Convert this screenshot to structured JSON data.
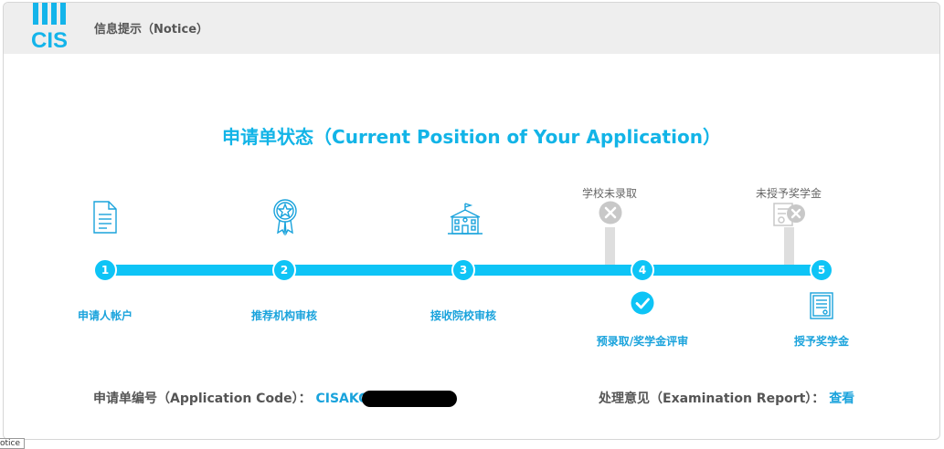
{
  "header": {
    "logo_text": "CIS",
    "title": "信息提示（Notice）"
  },
  "main": {
    "title": "申请单状态（Current Position of Your Application）"
  },
  "steps": [
    {
      "number": "1",
      "label": "申请人帐户",
      "icon": "document-icon"
    },
    {
      "number": "2",
      "label": "推荐机构审核",
      "icon": "award-badge-icon"
    },
    {
      "number": "3",
      "label": "接收院校审核",
      "icon": "school-building-icon"
    },
    {
      "number": "4",
      "label": "预录取/奖学金评审",
      "icon": "check-circle-icon",
      "flag_label": "学校未录取",
      "flag_icon": "x-circle-icon"
    },
    {
      "number": "5",
      "label": "授予奖学金",
      "icon": "certificate-icon",
      "flag_label": "未授予奖学金",
      "flag_icon": "certificate-x-icon"
    }
  ],
  "footer": {
    "application_code_label": "申请单编号（Application Code）：",
    "application_code_value": "CISAKC",
    "report_label": "处理意见（Examination Report）：",
    "report_link": "查看"
  },
  "bottom_tab": "otice",
  "colors": {
    "accent": "#0ec4f6",
    "text_accent": "#1aa3dc",
    "inactive": "#c8c8c8"
  }
}
